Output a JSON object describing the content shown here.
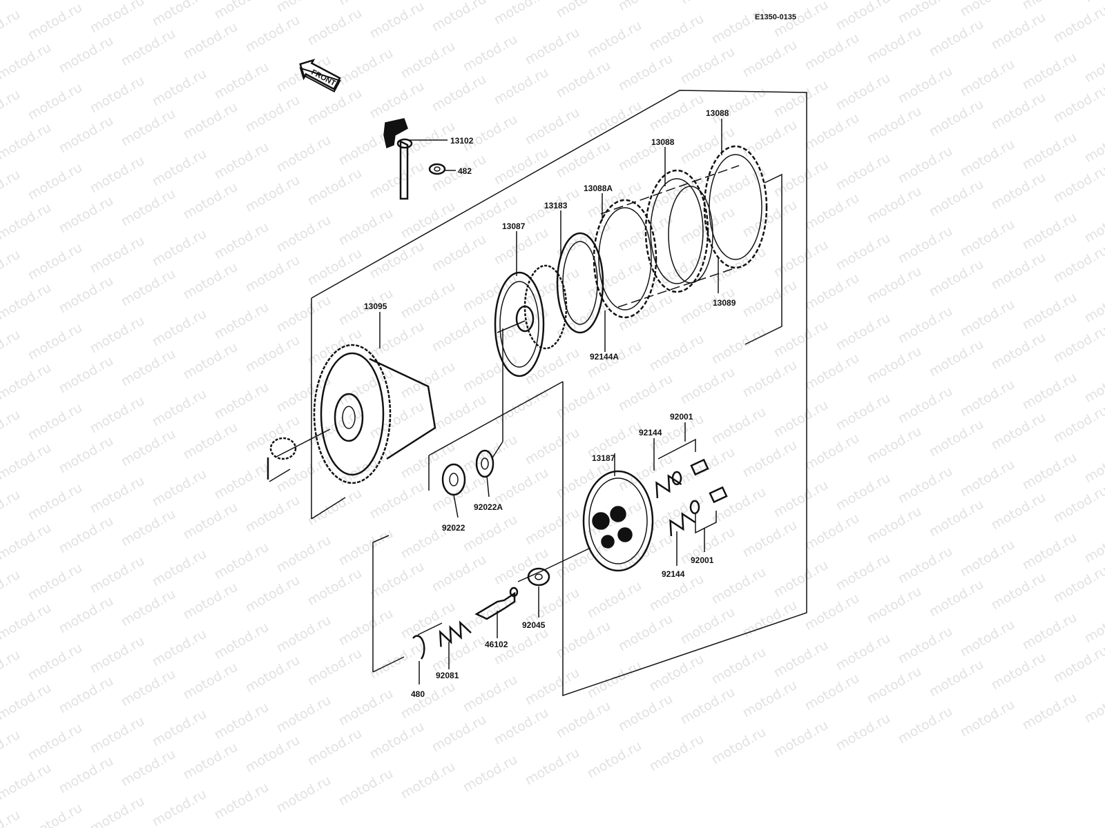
{
  "diagram": {
    "reference_code": "E1350-0135",
    "front_arrow_label": "FRONT",
    "watermark_text": "motod.ru",
    "callouts": {
      "p13102": "13102",
      "p482": "482",
      "p13088_a": "13088",
      "p13088_b": "13088",
      "p13088A": "13088A",
      "p13183": "13183",
      "p13087": "13087",
      "p13089": "13089",
      "p92144A": "92144A",
      "p13095": "13095",
      "p92001_top": "92001",
      "p92144_top": "92144",
      "p13187": "13187",
      "p92022A": "92022A",
      "p92022": "92022",
      "p92001_bottom": "92001",
      "p92144_bottom": "92144",
      "p92045": "92045",
      "p46102": "46102",
      "p92081": "92081",
      "p480": "480"
    },
    "colors": {
      "ink": "#111111",
      "watermark": "#c8c8c8",
      "background": "#ffffff"
    }
  }
}
